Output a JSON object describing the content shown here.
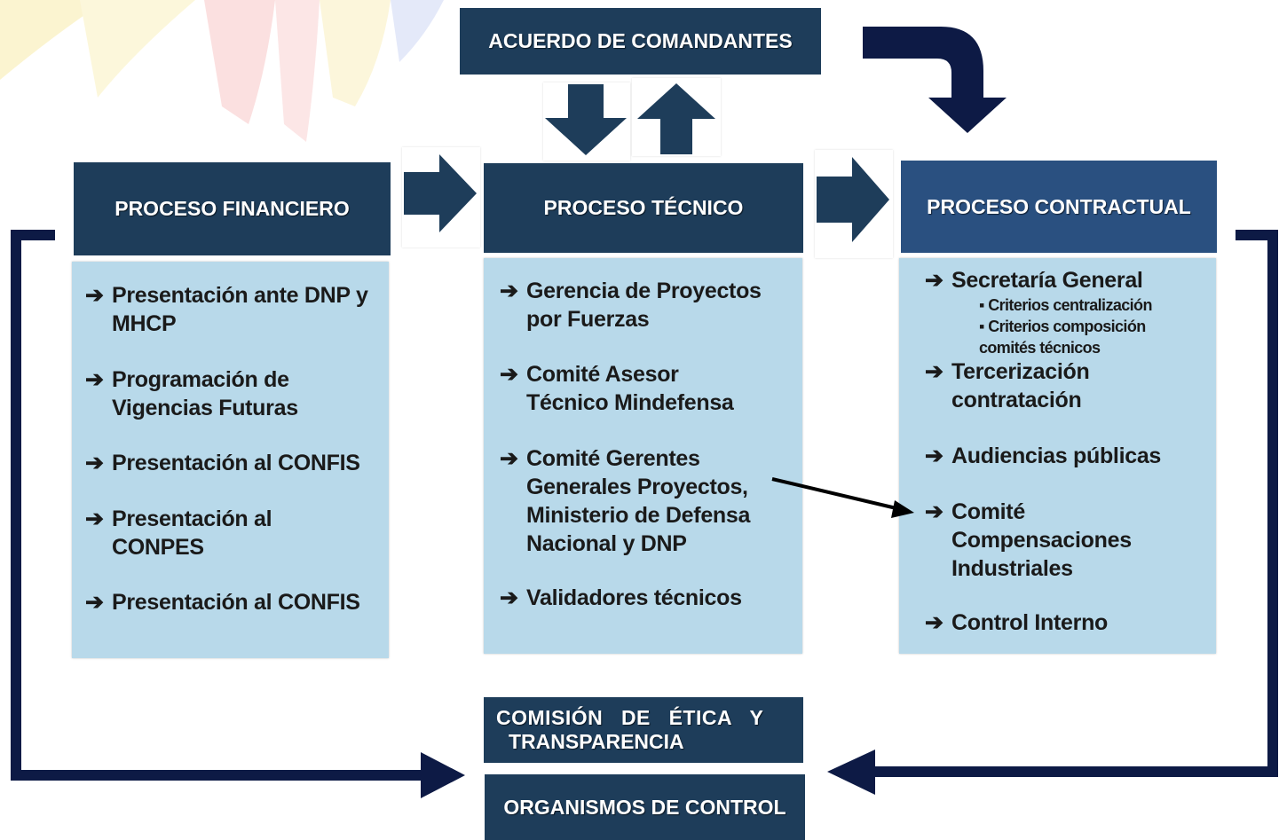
{
  "colors": {
    "header_dark": "#1e3d5a",
    "header_mid": "#2a5080",
    "panel": "#b8d9ea",
    "arrow": "#0d1a45"
  },
  "top": {
    "acuerdo": "ACUERDO DE COMANDANTES"
  },
  "financiero": {
    "title": "PROCESO FINANCIERO",
    "items": [
      {
        "arrow": "➔",
        "text": "Presentación ante  DNP y MHCP"
      },
      {
        "arrow": "➔",
        "text": "Programación de Vigencias Futuras"
      },
      {
        "arrow": "➔",
        "text": "Presentación al CONFIS"
      },
      {
        "arrow": "➔",
        "text": "Presentación al CONPES"
      },
      {
        "arrow": "➔",
        "text": "Presentación al CONFIS"
      }
    ]
  },
  "tecnico": {
    "title": "PROCESO TÉCNICO",
    "items": [
      {
        "arrow": "➔",
        "text": "Gerencia de Proyectos por  Fuerzas"
      },
      {
        "arrow": "➔",
        "text": "Comité Asesor Técnico Mindefensa"
      },
      {
        "arrow": "➔",
        "text": "Comité Gerentes Generales Proyectos, Ministerio de Defensa Nacional y DNP"
      },
      {
        "arrow": "➔",
        "text": "Validadores técnicos"
      }
    ]
  },
  "contractual": {
    "title": "PROCESO CONTRACTUAL",
    "items": [
      {
        "arrow": "➔",
        "text": "Secretaría General"
      },
      {
        "arrow": "➔",
        "text": "Tercerización contratación"
      },
      {
        "arrow": "➔",
        "text": "Audiencias públicas"
      },
      {
        "arrow": "➔",
        "text": "Comité Compensaciones Industriales"
      },
      {
        "arrow": "➔",
        "text": "Control Interno"
      }
    ],
    "subitems": [
      {
        "bullet": "▪",
        "text": "Criterios centralización"
      },
      {
        "bullet": "▪",
        "text": "Criterios composición comités técnicos"
      }
    ]
  },
  "bottom": {
    "comision_line1": "COMISIÓN   DE   ÉTICA   Y",
    "comision_line2": "TRANSPARENCIA",
    "organismos": "ORGANISMOS DE CONTROL"
  }
}
